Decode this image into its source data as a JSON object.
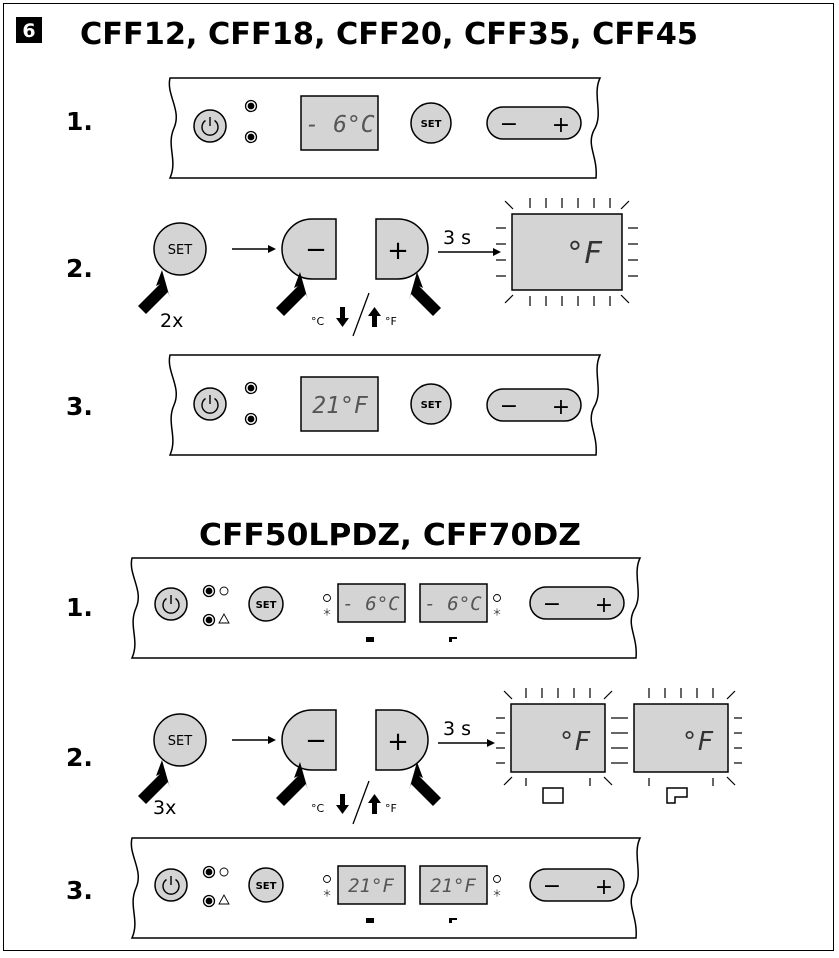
{
  "figure_number": "6",
  "section1": {
    "title": "CFF12, CFF18, CFF20, CFF35, CFF45",
    "step1": {
      "label": "1.",
      "display": "- 6°C",
      "set": "SET",
      "minus": "−",
      "plus": "+"
    },
    "step2": {
      "label": "2.",
      "set": "SET",
      "press_count": "2x",
      "minus": "−",
      "plus": "+",
      "hold_time": "3 s",
      "display": "°F",
      "celsius": "°C",
      "fahrenheit": "°F"
    },
    "step3": {
      "label": "3.",
      "display": "21°F",
      "set": "SET",
      "minus": "−",
      "plus": "+"
    }
  },
  "section2": {
    "title": "CFF50LPDZ, CFF70DZ",
    "step1": {
      "label": "1.",
      "display_left": "- 6°C",
      "display_right": "- 6°C",
      "set": "SET",
      "minus": "−",
      "plus": "+"
    },
    "step2": {
      "label": "2.",
      "set": "SET",
      "press_count": "3x",
      "minus": "−",
      "plus": "+",
      "hold_time": "3 s",
      "display_left": "°F",
      "display_right": "°F",
      "celsius": "°C",
      "fahrenheit": "°F"
    },
    "step3": {
      "label": "3.",
      "display_left": "21°F",
      "display_right": "21°F",
      "set": "SET",
      "minus": "−",
      "plus": "+"
    }
  }
}
